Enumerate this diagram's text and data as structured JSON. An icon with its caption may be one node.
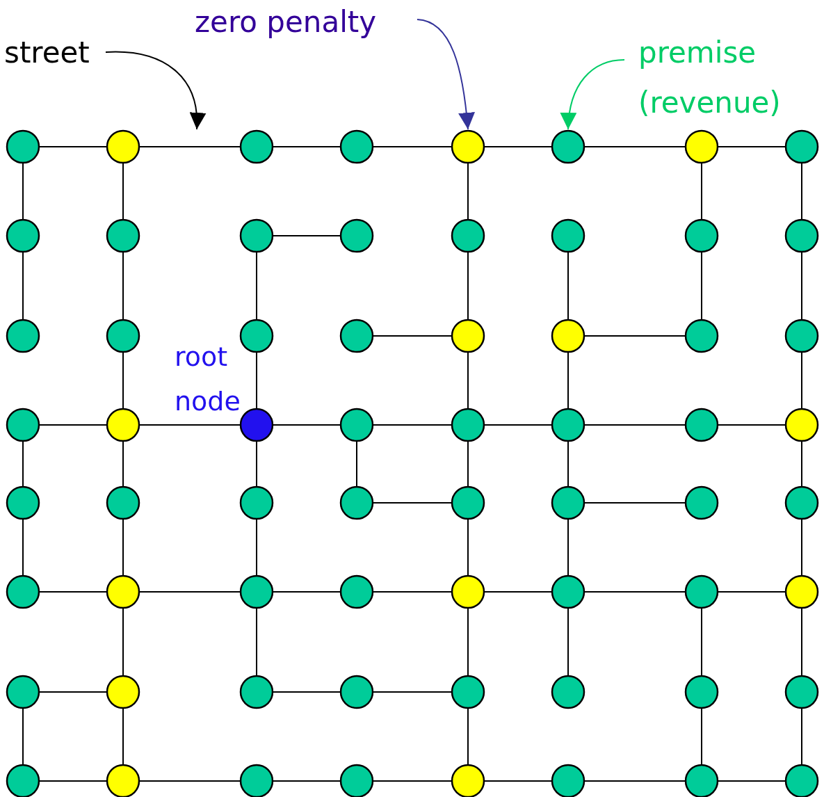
{
  "diagram": {
    "nodes": [
      {
        "text": [
          "zero penalty"
        ]
      },
      {
        "text": [
          "street"
        ]
      },
      {
        "text": [
          "premise (revenue)"
        ]
      },
      {
        "text": [],
        "shape": "circle"
      },
      {
        "text": [],
        "shape": "circle"
      },
      {
        "text": [],
        "shape": "circle"
      },
      {
        "text": [],
        "shape": "circle"
      },
      {
        "text": [],
        "shape": "circle"
      },
      {
        "text": [],
        "shape": "circle"
      },
      {
        "text": [],
        "shape": "circle"
      },
      {
        "text": [],
        "shape": "circle"
      },
      {
        "text": [],
        "shape": "circle"
      },
      {
        "text": [],
        "shape": "circle"
      },
      {
        "text": [],
        "shape": "circle"
      },
      {
        "text": [],
        "shape": "circle"
      },
      {
        "text": [],
        "shape": "circle"
      },
      {
        "text": [],
        "shape": "circle"
      },
      {
        "text": [],
        "shape": "circle"
      },
      {
        "text": [],
        "shape": "circle"
      },
      {
        "text": [],
        "shape": "circle"
      },
      {
        "text": [],
        "shape": "circle"
      },
      {
        "text": [],
        "shape": "circle"
      },
      {
        "text": [],
        "shape": "circle"
      },
      {
        "text": [],
        "shape": "circle"
      },
      {
        "text": [],
        "shape": "circle"
      },
      {
        "text": [],
        "shape": "circle"
      },
      {
        "text": [],
        "shape": "circle"
      },
      {
        "text": [],
        "shape": "circle"
      },
      {
        "text": [],
        "shape": "circle"
      },
      {
        "text": [],
        "shape": "circle",
        "beside": [
          "root node"
        ]
      },
      {
        "text": [],
        "shape": "circle"
      },
      {
        "text": [],
        "shape": "circle"
      },
      {
        "text": [],
        "shape": "circle"
      },
      {
        "text": [],
        "shape": "circle"
      },
      {
        "text": [],
        "shape": "circle"
      },
      {
        "text": [],
        "shape": "circle"
      },
      {
        "text": [],
        "shape": "circle"
      },
      {
        "text": [],
        "shape": "circle"
      },
      {
        "text": [],
        "shape": "circle"
      },
      {
        "text": [],
        "shape": "circle"
      },
      {
        "text": [],
        "shape": "circle"
      },
      {
        "text": [],
        "shape": "circle"
      },
      {
        "text": [],
        "shape": "circle"
      },
      {
        "text": [],
        "shape": "circle"
      },
      {
        "text": [],
        "shape": "circle"
      },
      {
        "text": [],
        "shape": "circle"
      },
      {
        "text": [],
        "shape": "circle"
      },
      {
        "text": [],
        "shape": "circle"
      },
      {
        "text": [],
        "shape": "circle"
      },
      {
        "text": [],
        "shape": "circle"
      },
      {
        "text": [],
        "shape": "circle"
      },
      {
        "text": [],
        "shape": "circle"
      },
      {
        "text": [],
        "shape": "circle"
      },
      {
        "text": [],
        "shape": "circle"
      },
      {
        "text": [],
        "shape": "circle"
      },
      {
        "text": [],
        "shape": "circle"
      },
      {
        "text": [],
        "shape": "circle"
      },
      {
        "text": [],
        "shape": "circle"
      },
      {
        "text": [],
        "shape": "circle"
      },
      {
        "text": [],
        "shape": "circle"
      },
      {
        "text": [],
        "shape": "circle"
      },
      {
        "text": [],
        "shape": "circle"
      },
      {
        "text": [],
        "shape": "circle"
      },
      {
        "text": [],
        "shape": "circle"
      },
      {
        "text": [],
        "shape": "circle"
      },
      {
        "text": [],
        "shape": "circle"
      },
      {
        "text": [],
        "shape": "circle"
      }
    ],
    "edges": [
      {
        "from": 1,
        "to": null,
        "arrow": "to"
      },
      {
        "from": 0,
        "to": 7,
        "arrow": "to",
        "color": "#333399"
      },
      {
        "from": 2,
        "to": 8,
        "arrow": "to",
        "color": "#00cc66"
      },
      {
        "from": 3,
        "to": 4,
        "arrow": "none"
      },
      {
        "from": 4,
        "to": 5,
        "arrow": "none"
      },
      {
        "from": 5,
        "to": 6,
        "arrow": "none"
      },
      {
        "from": 6,
        "to": 7,
        "arrow": "none"
      },
      {
        "from": 7,
        "to": 8,
        "arrow": "none"
      },
      {
        "from": 8,
        "to": 9,
        "arrow": "none"
      },
      {
        "from": 9,
        "to": 10,
        "arrow": "none"
      },
      {
        "from": 13,
        "to": 14,
        "arrow": "none"
      },
      {
        "from": 22,
        "to": 23,
        "arrow": "none"
      },
      {
        "from": 24,
        "to": 25,
        "arrow": "none"
      },
      {
        "from": 27,
        "to": 28,
        "arrow": "none"
      },
      {
        "from": 28,
        "to": 29,
        "arrow": "none"
      },
      {
        "from": 29,
        "to": 30,
        "arrow": "none"
      },
      {
        "from": 30,
        "to": 31,
        "arrow": "none"
      },
      {
        "from": 31,
        "to": 32,
        "arrow": "none"
      },
      {
        "from": 32,
        "to": 33,
        "arrow": "none"
      },
      {
        "from": 33,
        "to": 34,
        "arrow": "none"
      },
      {
        "from": 38,
        "to": 39,
        "arrow": "none"
      },
      {
        "from": 40,
        "to": 41,
        "arrow": "none"
      },
      {
        "from": 43,
        "to": 44,
        "arrow": "none"
      },
      {
        "from": 44,
        "to": 45,
        "arrow": "none"
      },
      {
        "from": 45,
        "to": 46,
        "arrow": "none"
      },
      {
        "from": 46,
        "to": 47,
        "arrow": "none"
      },
      {
        "from": 47,
        "to": 48,
        "arrow": "none"
      },
      {
        "from": 48,
        "to": 49,
        "arrow": "none"
      },
      {
        "from": 49,
        "to": 50,
        "arrow": "none"
      },
      {
        "from": 51,
        "to": 52,
        "arrow": "none"
      },
      {
        "from": 53,
        "to": 54,
        "arrow": "none"
      },
      {
        "from": 54,
        "to": 55,
        "arrow": "none"
      },
      {
        "from": 59,
        "to": 60,
        "arrow": "none"
      },
      {
        "from": 60,
        "to": 61,
        "arrow": "none"
      },
      {
        "from": 61,
        "to": 62,
        "arrow": "none"
      },
      {
        "from": 62,
        "to": 63,
        "arrow": "none"
      },
      {
        "from": 63,
        "to": 64,
        "arrow": "none"
      },
      {
        "from": 64,
        "to": 65,
        "arrow": "none"
      },
      {
        "from": 65,
        "to": 66,
        "arrow": "none"
      },
      {
        "from": 3,
        "to": 11,
        "arrow": "none"
      },
      {
        "from": 4,
        "to": 12,
        "arrow": "none"
      },
      {
        "from": 7,
        "to": 15,
        "arrow": "none"
      },
      {
        "from": 9,
        "to": 17,
        "arrow": "none"
      },
      {
        "from": 10,
        "to": 18,
        "arrow": "none"
      },
      {
        "from": 11,
        "to": 19,
        "arrow": "none"
      },
      {
        "from": 12,
        "to": 20,
        "arrow": "none"
      },
      {
        "from": 13,
        "to": 21,
        "arrow": "none"
      },
      {
        "from": 15,
        "to": 23,
        "arrow": "none"
      },
      {
        "from": 16,
        "to": 24,
        "arrow": "none"
      },
      {
        "from": 17,
        "to": 25,
        "arrow": "none"
      },
      {
        "from": 18,
        "to": 26,
        "arrow": "none"
      },
      {
        "from": 20,
        "to": 28,
        "arrow": "none"
      },
      {
        "from": 21,
        "to": 29,
        "arrow": "none"
      },
      {
        "from": 23,
        "to": 31,
        "arrow": "none"
      },
      {
        "from": 24,
        "to": 32,
        "arrow": "none"
      },
      {
        "from": 26,
        "to": 34,
        "arrow": "none"
      },
      {
        "from": 27,
        "to": 35,
        "arrow": "none"
      },
      {
        "from": 28,
        "to": 36,
        "arrow": "none"
      },
      {
        "from": 29,
        "to": 37,
        "arrow": "none"
      },
      {
        "from": 30,
        "to": 38,
        "arrow": "none"
      },
      {
        "from": 31,
        "to": 39,
        "arrow": "none"
      },
      {
        "from": 32,
        "to": 40,
        "arrow": "none"
      },
      {
        "from": 34,
        "to": 42,
        "arrow": "none"
      },
      {
        "from": 35,
        "to": 43,
        "arrow": "none"
      },
      {
        "from": 36,
        "to": 44,
        "arrow": "none"
      },
      {
        "from": 37,
        "to": 45,
        "arrow": "none"
      },
      {
        "from": 39,
        "to": 47,
        "arrow": "none"
      },
      {
        "from": 40,
        "to": 48,
        "arrow": "none"
      },
      {
        "from": 42,
        "to": 50,
        "arrow": "none"
      },
      {
        "from": 44,
        "to": 52,
        "arrow": "none"
      },
      {
        "from": 45,
        "to": 53,
        "arrow": "none"
      },
      {
        "from": 47,
        "to": 55,
        "arrow": "none"
      },
      {
        "from": 48,
        "to": 56,
        "arrow": "none"
      },
      {
        "from": 49,
        "to": 57,
        "arrow": "none"
      },
      {
        "from": 50,
        "to": 58,
        "arrow": "none"
      },
      {
        "from": 51,
        "to": 59,
        "arrow": "none"
      },
      {
        "from": 52,
        "to": 60,
        "arrow": "none"
      },
      {
        "from": 55,
        "to": 63,
        "arrow": "none"
      },
      {
        "from": 57,
        "to": 65,
        "arrow": "none"
      },
      {
        "from": 58,
        "to": 66,
        "arrow": "none"
      }
    ]
  }
}
